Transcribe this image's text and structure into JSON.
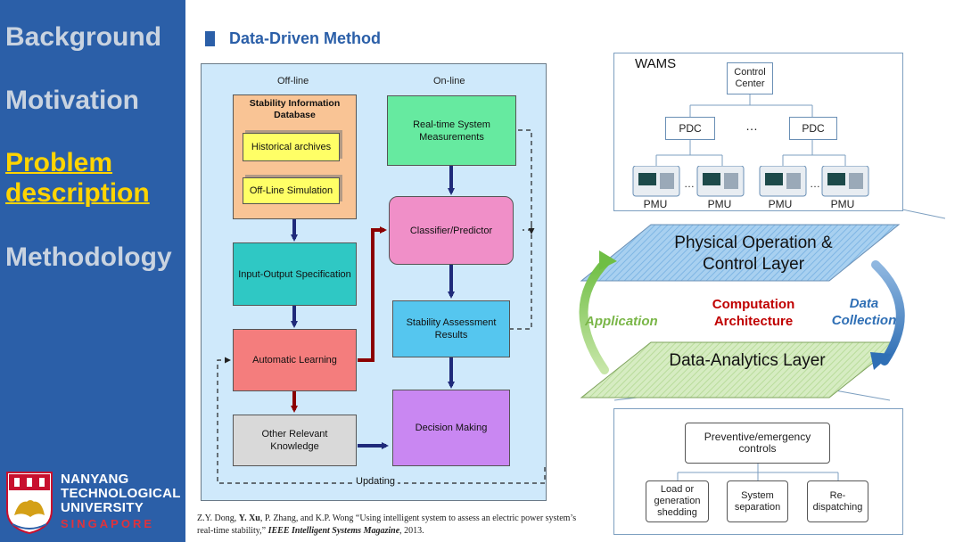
{
  "sidebar": {
    "items": [
      {
        "label": "Background"
      },
      {
        "label": "Motivation"
      },
      {
        "label": "Problem description"
      },
      {
        "label": "Methodology"
      }
    ],
    "active_index": 2,
    "logo_lines": [
      "NANYANG",
      "TECHNOLOGICAL",
      "UNIVERSITY",
      "SINGAPORE"
    ]
  },
  "title": "Data-Driven Method",
  "diagram": {
    "offline_label": "Off-line",
    "online_label": "On-line",
    "db_title": "Stability Information Database",
    "historical": "Historical archives",
    "offline_sim": "Off-Line Simulation",
    "io_spec": "Input-Output Specification",
    "auto_learning": "Automatic Learning",
    "other_knowledge": "Other Relevant Knowledge",
    "realtime": "Real-time System Measurements",
    "classifier": "Classifier/Predictor",
    "stability_results": "Stability Assessment Results",
    "decision": "Decision Making",
    "updating": "Updating"
  },
  "citation": {
    "pre": "Z.Y. Dong, ",
    "bold_author": "Y. Xu",
    "post": ", P. Zhang, and K.P. Wong “Using intelligent system to assess an electric power system’s real-time  stability,” ",
    "journal": "IEEE Intelligent Systems Magazine",
    "year": ", 2013."
  },
  "architecture": {
    "wams_label": "WAMS",
    "control_center": "Control Center",
    "pdc1": "PDC",
    "pdc2": "PDC",
    "ellipsis": "…",
    "pmu_labels": [
      "PMU",
      "PMU",
      "PMU",
      "PMU"
    ],
    "physical_layer": "Physical Operation & Control Layer",
    "analytics_layer": "Data-Analytics Layer",
    "application": "Application",
    "computation": "Computation Architecture",
    "data_collection": "Data Collection",
    "preventive": "Preventive/emergency controls",
    "load_shedding": "Load or generation shedding",
    "separation": "System separation",
    "redispatch": "Re-dispatching"
  },
  "colors": {
    "sidebar_bg": "#2b5fa8",
    "active_nav": "#ffd400",
    "inactive_nav": "#c9d3e0",
    "panel_bg": "#cfe9fb",
    "db_box": "#f9c495",
    "yellow_box": "#ffff66",
    "teal_box": "#2fc8c4",
    "red_box": "#f47d7d",
    "grey_box": "#d9d9d9",
    "green_box": "#66eaa0",
    "pink_box": "#f08fc8",
    "blue_box": "#55c6ef",
    "purple_box": "#c987f2",
    "computation_red": "#c00000",
    "side_text_green": "#7ab648",
    "data_collection_blue": "#2f6fb5"
  }
}
